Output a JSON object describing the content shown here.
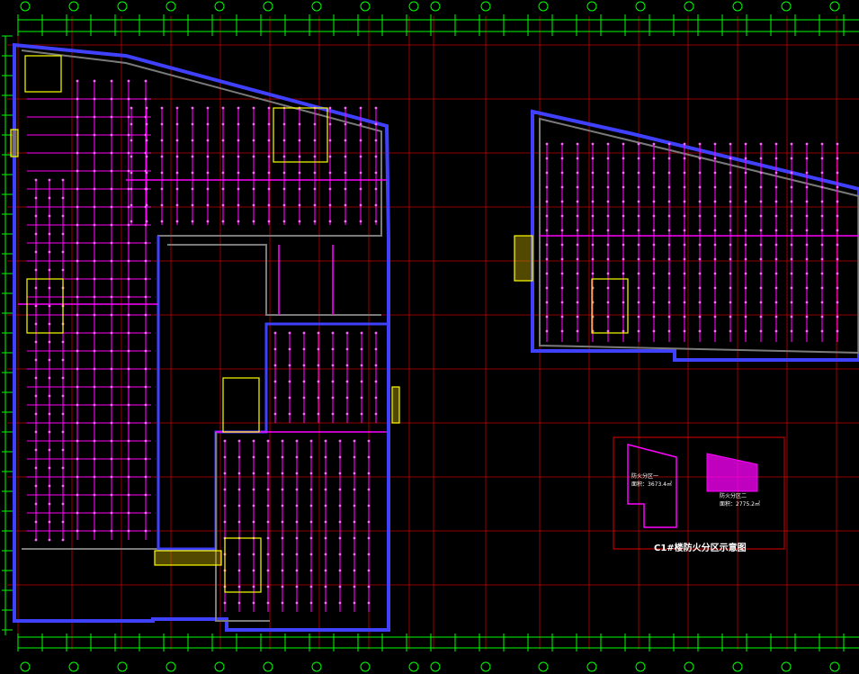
{
  "drawing": {
    "legend_title": "C1#楼防火分区示意图",
    "zone_one": {
      "name": "防火分区一",
      "area": "面积：3673.4㎡"
    },
    "zone_two": {
      "name": "防火分区二",
      "area": "面积：2775.2㎡"
    }
  },
  "colors": {
    "background": "#000000",
    "grid": "#00ff00",
    "walls": "#0000ff",
    "sprinkler": "#ff00ff",
    "border": "#ff0000",
    "annotation": "#ffff00"
  }
}
